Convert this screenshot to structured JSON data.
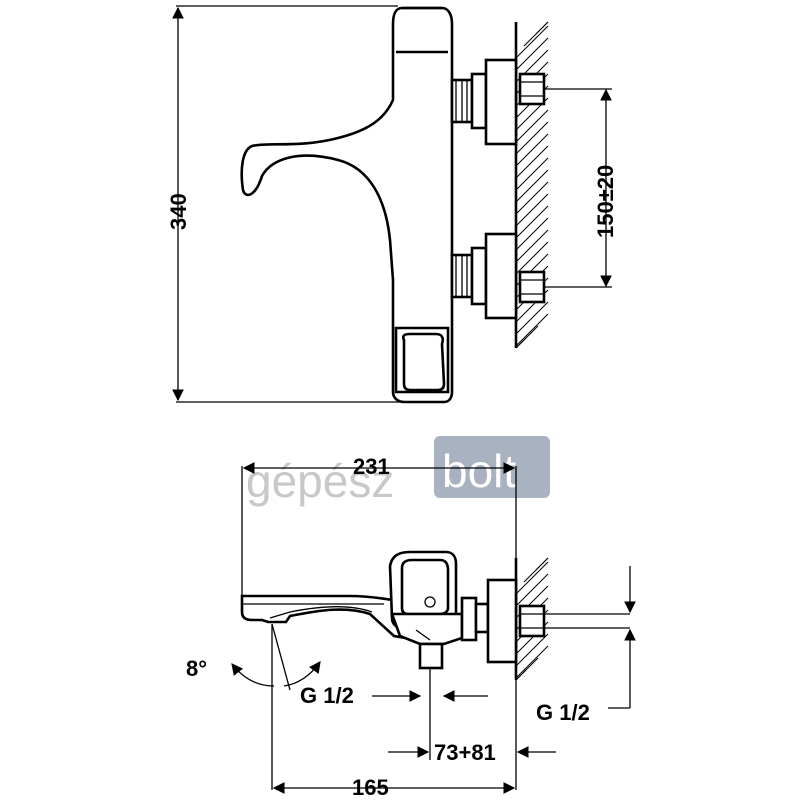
{
  "dimensions": {
    "height": "340",
    "spacing": "150±20",
    "length": "231",
    "angle": "8°",
    "thread_left": "G 1/2",
    "thread_right": "G 1/2",
    "offset": "73+81",
    "reach": "165"
  },
  "watermark": {
    "part1": "gépész",
    "part2": "bolt"
  },
  "colors": {
    "line": "#000000",
    "watermark_grey": "#c8c8c8",
    "watermark_badge": "#a9b2c0"
  }
}
